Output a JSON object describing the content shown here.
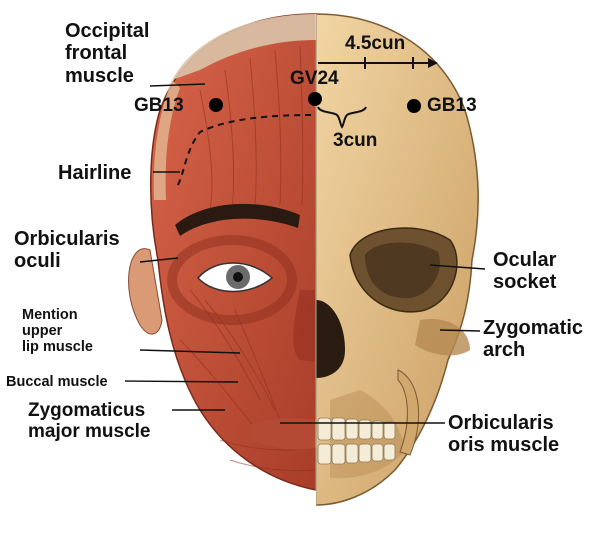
{
  "labels": {
    "occipital_frontal": [
      "Occipital",
      "frontal",
      "muscle"
    ],
    "hairline": "Hairline",
    "orbicularis_oculi": [
      "Orbicularis",
      "oculi"
    ],
    "mention_upper_lip": [
      "Mention",
      "upper",
      "lip muscle"
    ],
    "buccal": "Buccal muscle",
    "zygomaticus_major": [
      "Zygomaticus",
      "major muscle"
    ],
    "ocular_socket": [
      "Ocular",
      "socket"
    ],
    "zygomatic_arch": [
      "Zygomatic",
      "arch"
    ],
    "orbicularis_oris": [
      "Orbicularis",
      "oris muscle"
    ]
  },
  "points": {
    "gb13_left": "GB13",
    "gv24": "GV24",
    "gb13_right": "GB13"
  },
  "measurements": {
    "width_top": "4.5cun",
    "width_bottom": "3cun"
  },
  "colors": {
    "muscle": "#c8553d",
    "muscle_dark": "#9a3322",
    "skin": "#e7b995",
    "bone": "#e8c690",
    "bone_shadow": "#b58a52",
    "line": "#111111"
  }
}
